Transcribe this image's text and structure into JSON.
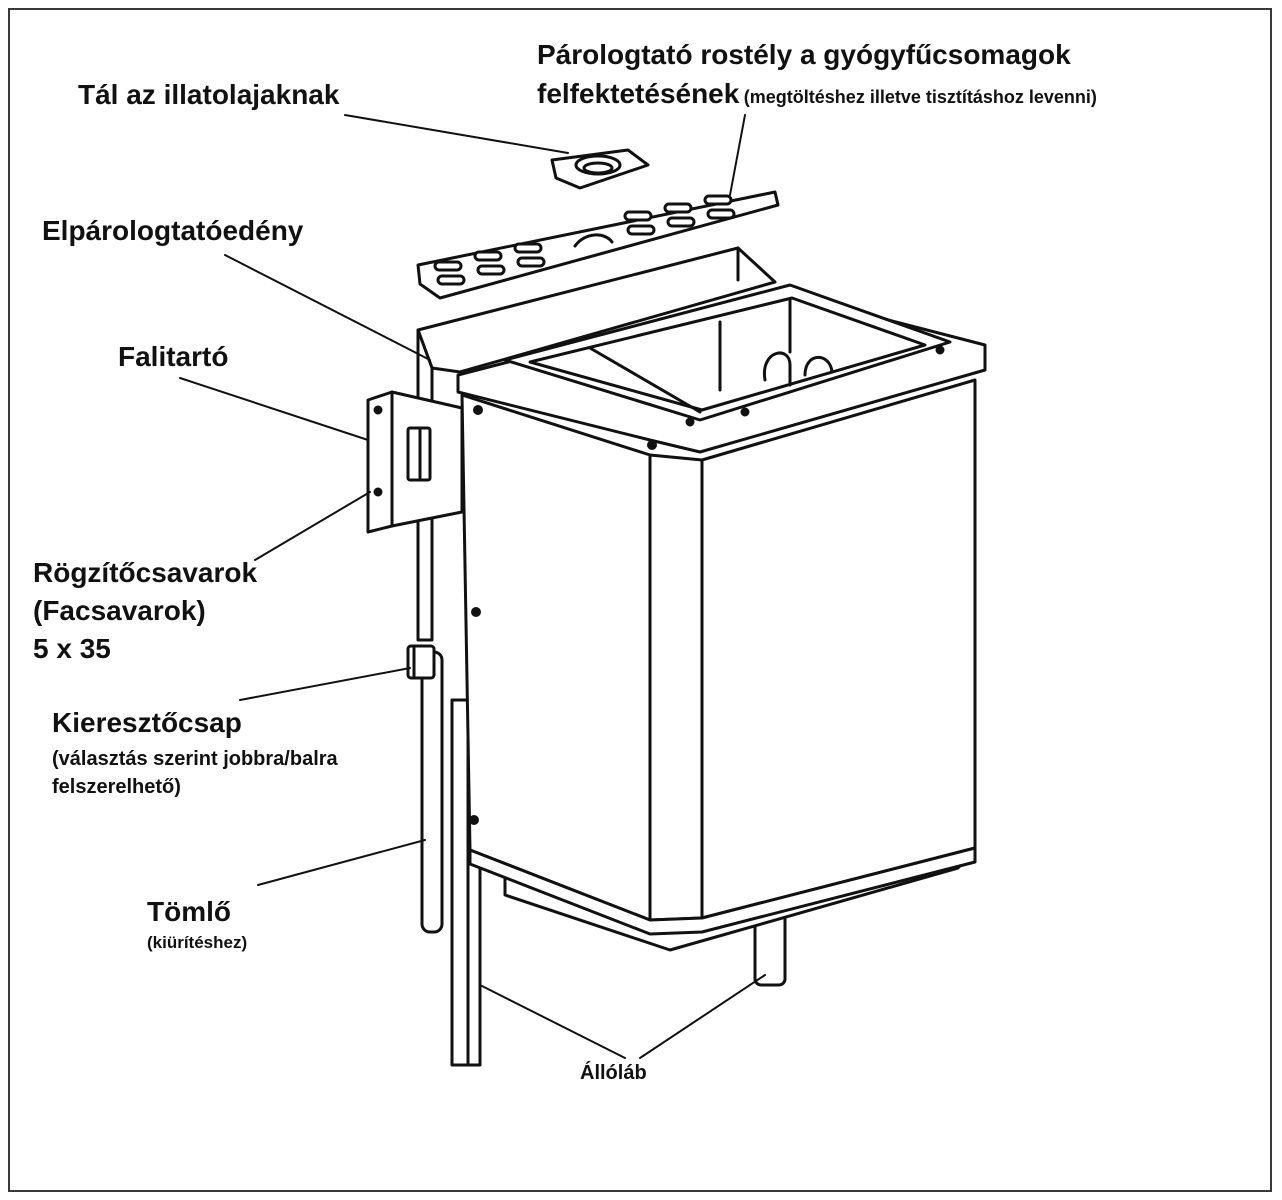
{
  "labels": {
    "oil_bowl": "Tál az illatolajaknak",
    "grate_line1": "Párologtató rostély a gyógyfűcsomagok",
    "grate_line2": "felfektetésének",
    "grate_note": "(megtöltéshez illetve tisztításhoz levenni)",
    "evaporator": "Elpárologtatóedény",
    "wall_bracket": "Falitartó",
    "screws_line1": "Rögzítőcsavarok",
    "screws_line2": "(Facsavarok)",
    "screws_line3": "5 x 35",
    "drain_tap": "Kieresztőcsap",
    "drain_note_line1": "(választás szerint jobbra/balra",
    "drain_note_line2": "felszerelhető)",
    "hose": "Tömlő",
    "hose_note": "(kiürítéshez)",
    "legs": "Állóláb"
  },
  "colors": {
    "line": "#111111",
    "frame": "#3a3a3a",
    "background": "#ffffff"
  }
}
